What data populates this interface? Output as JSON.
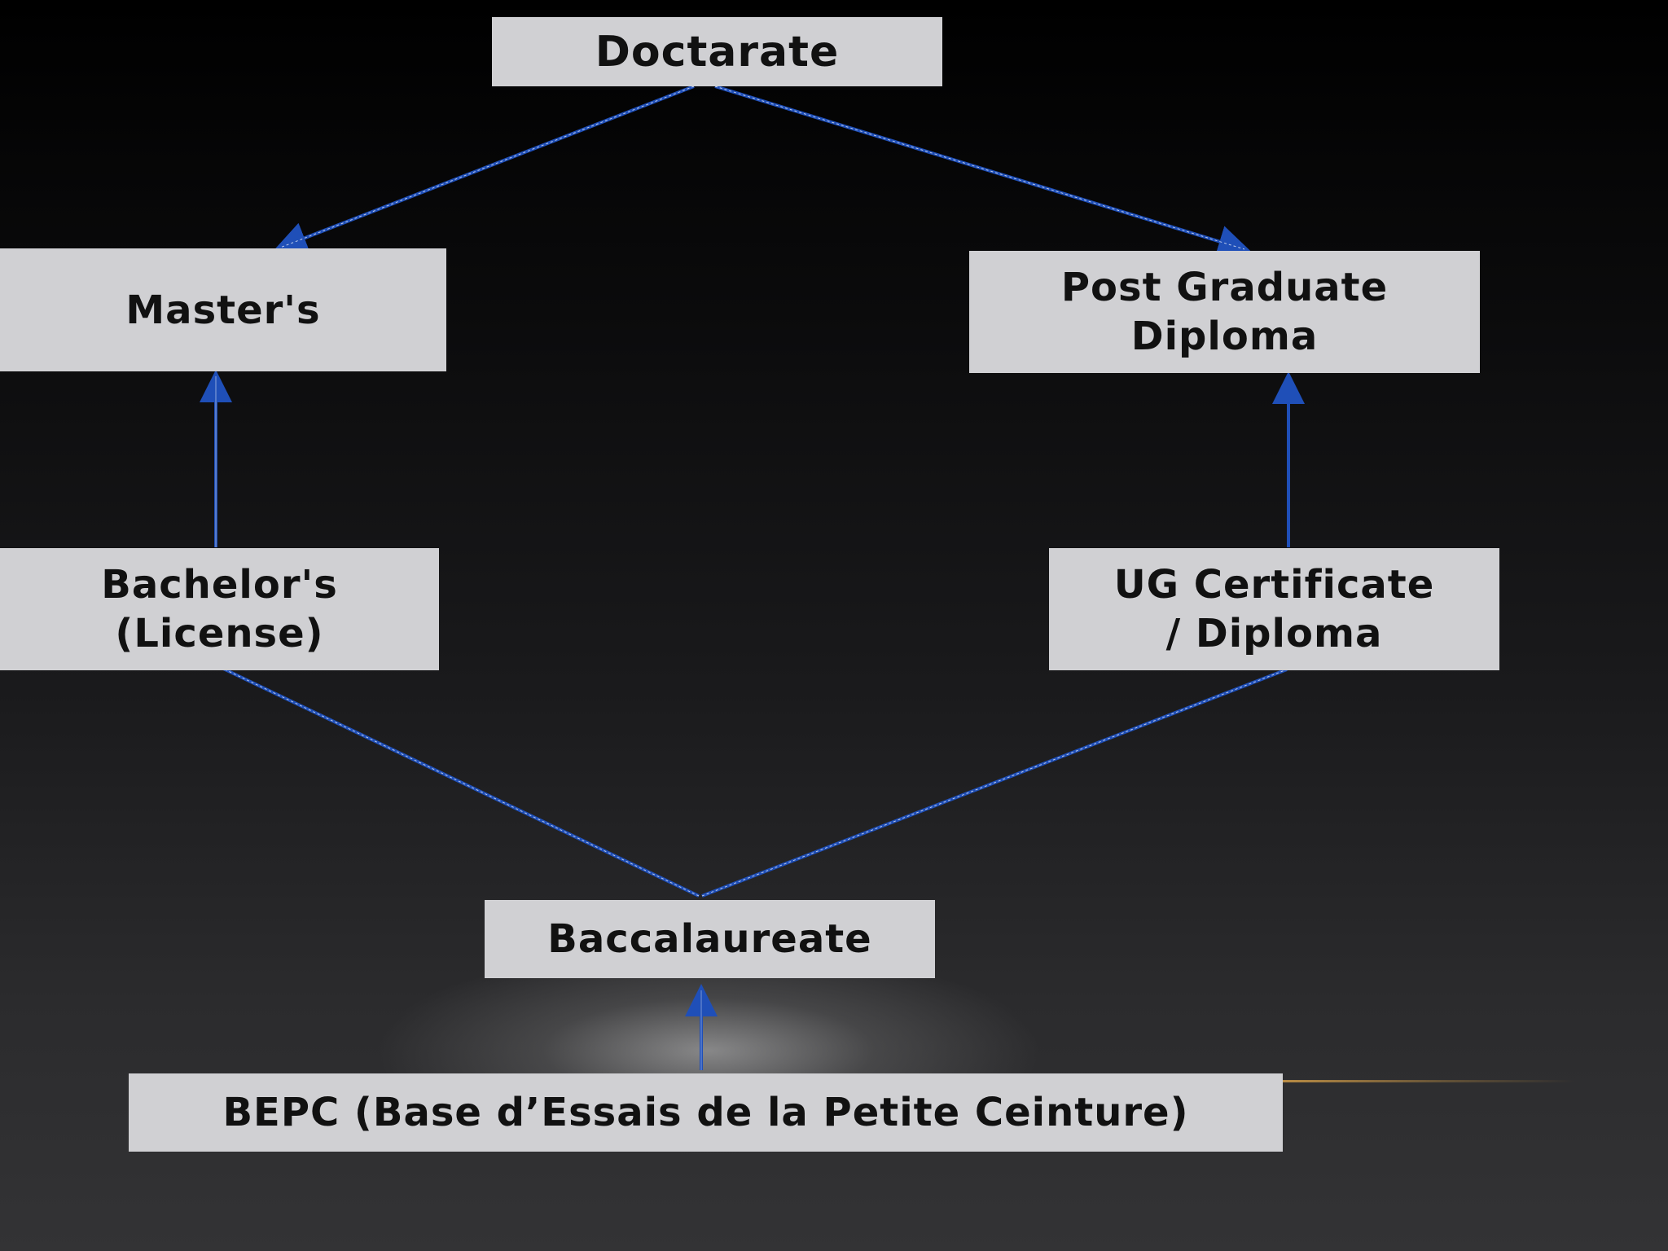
{
  "diagram": {
    "nodes": {
      "doctorate": "Doctarate",
      "masters": "Master's",
      "pg_diploma": [
        "Post Graduate",
        "Diploma"
      ],
      "bachelors": [
        "Bachelor's",
        "(License)"
      ],
      "ug_certificate": [
        "UG Certificate",
        "/ Diploma"
      ],
      "baccalaureate": "Baccalaureate",
      "bepc": "BEPC (Base d’Essais de la Petite Ceinture)"
    },
    "edges": [
      {
        "from": "doctorate",
        "to": "masters"
      },
      {
        "from": "doctorate",
        "to": "pg_diploma"
      },
      {
        "from": "bachelors",
        "to": "masters"
      },
      {
        "from": "ug_certificate",
        "to": "pg_diploma"
      },
      {
        "from": "baccalaureate",
        "to": "bachelors"
      },
      {
        "from": "baccalaureate",
        "to": "ug_certificate"
      },
      {
        "from": "bepc",
        "to": "baccalaureate"
      }
    ],
    "colors": {
      "background_top": "#000000",
      "background_bottom": "#333335",
      "node_fill": "#d0d0d3",
      "node_text": "#111111",
      "connector": "#1f4fb8",
      "connector_highlight": "#ffffff"
    }
  }
}
